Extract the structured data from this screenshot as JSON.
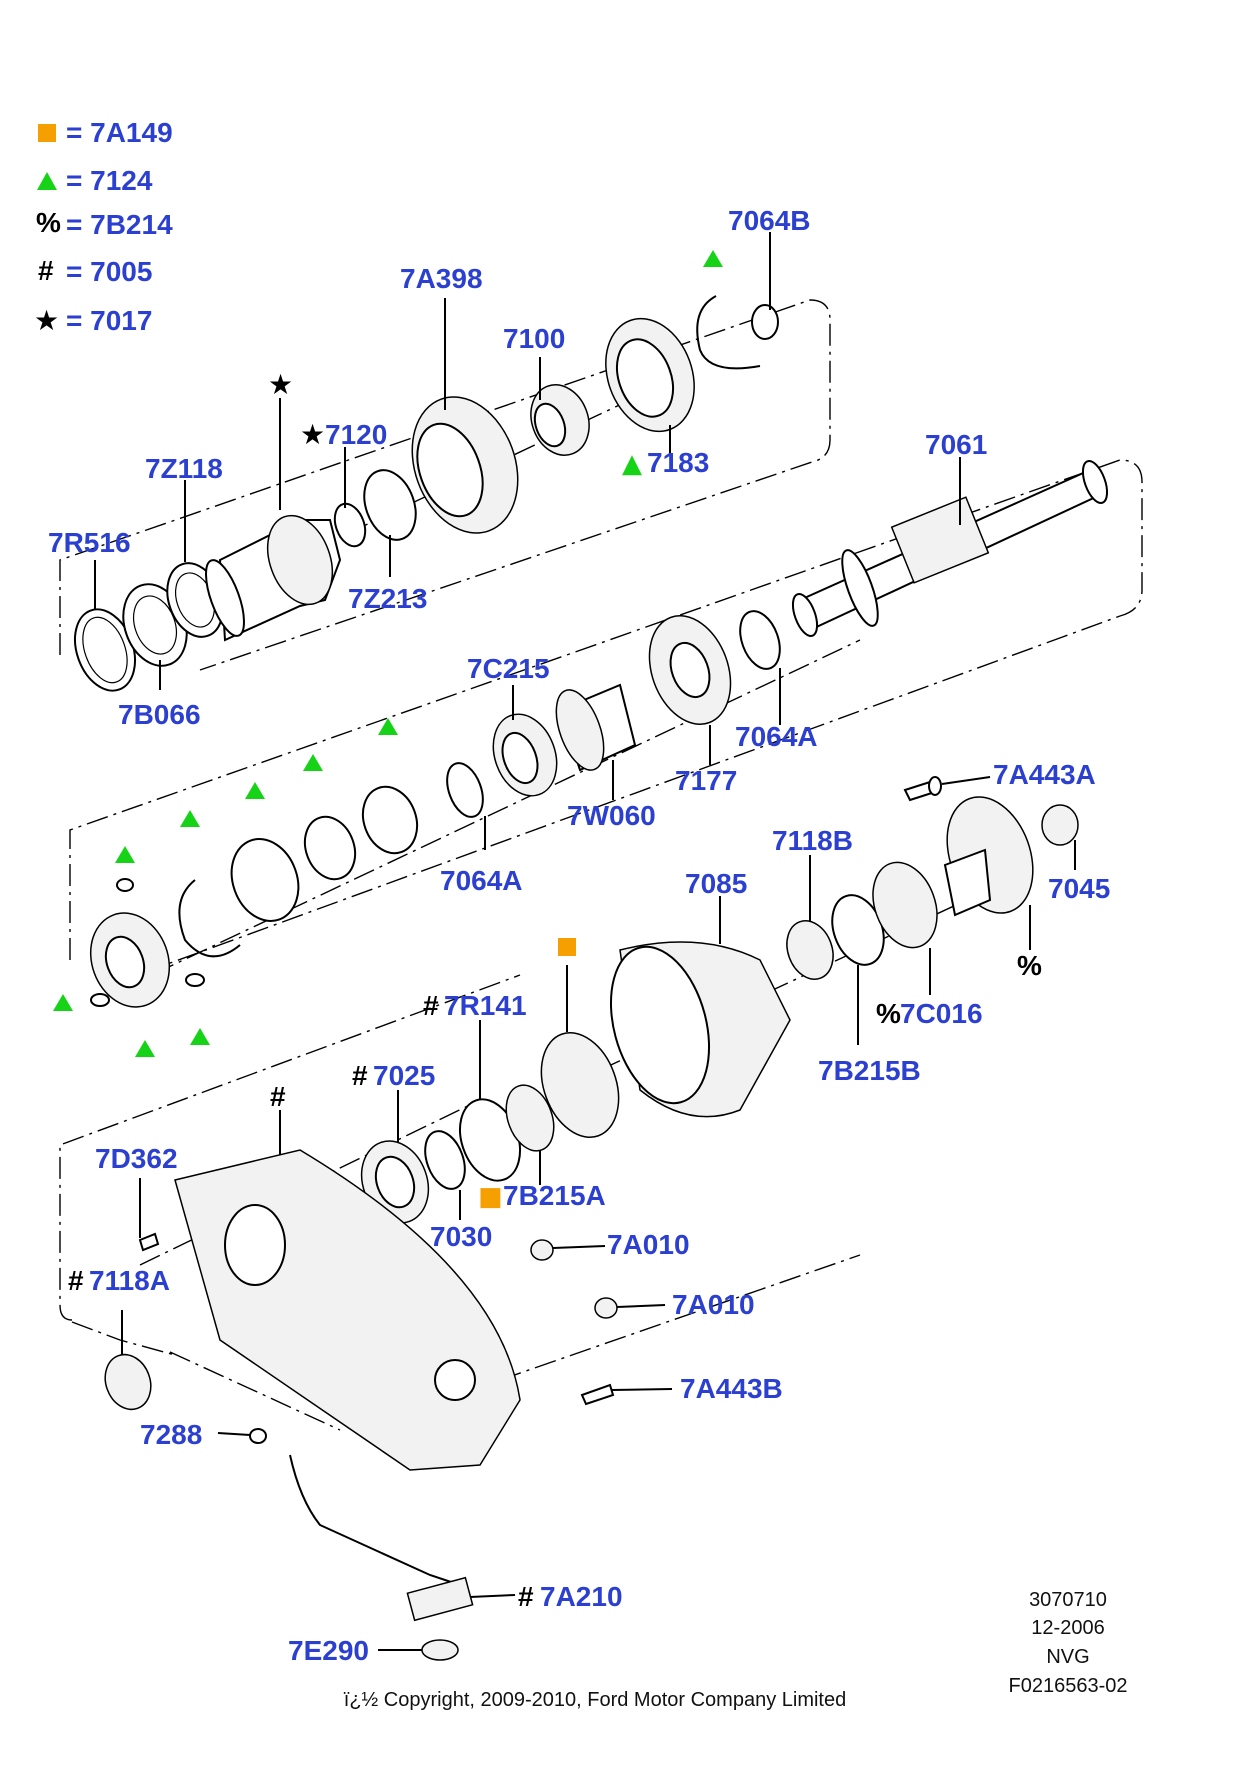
{
  "legend": [
    {
      "symbol": "square",
      "color": "#f5a000",
      "text": "= 7A149"
    },
    {
      "symbol": "triangle",
      "color": "#17d317",
      "text": "= 7124"
    },
    {
      "symbol": "%",
      "text": "= 7B214"
    },
    {
      "symbol": "#",
      "text": "= 7005"
    },
    {
      "symbol": "★",
      "text": "= 7017"
    }
  ],
  "markers": {
    "square_color": "#f5a000",
    "triangle_color": "#17d317",
    "label_color": "#2b3fd0"
  },
  "parts": {
    "p7064B": {
      "text": "7064B"
    },
    "p7A398": {
      "text": "7A398"
    },
    "p7100": {
      "text": "7100"
    },
    "p7120": {
      "prefix": "★",
      "text": "7120"
    },
    "p7183": {
      "prefix": "▲",
      "text": "7183"
    },
    "p7Z118": {
      "text": "7Z118"
    },
    "p7061": {
      "text": "7061"
    },
    "p7R516": {
      "text": "7R516"
    },
    "p7Z213": {
      "text": "7Z213"
    },
    "p7B066": {
      "text": "7B066"
    },
    "p7C215": {
      "text": "7C215"
    },
    "p7064A_1": {
      "text": "7064A"
    },
    "p7177": {
      "text": "7177"
    },
    "p7A443A": {
      "text": "7A443A"
    },
    "p7W060": {
      "text": "7W060"
    },
    "p7118B": {
      "text": "7118B"
    },
    "p7064A_2": {
      "text": "7064A"
    },
    "p7085": {
      "text": "7085"
    },
    "p7045": {
      "text": "7045"
    },
    "p7R141": {
      "prefix": "#",
      "text": "7R141"
    },
    "p7C016": {
      "prefix": "%",
      "text": "7C016"
    },
    "p7025": {
      "prefix": "#",
      "text": "7025"
    },
    "p7B215B": {
      "text": "7B215B"
    },
    "p7D362": {
      "text": "7D362"
    },
    "p7B215A": {
      "prefix": "■",
      "text": "7B215A"
    },
    "p7030": {
      "text": "7030"
    },
    "p7A010_1": {
      "text": "7A010"
    },
    "p7118A": {
      "prefix": "#",
      "text": "7118A"
    },
    "p7A010_2": {
      "text": "7A010"
    },
    "p7A443B": {
      "text": "7A443B"
    },
    "p7288": {
      "text": "7288"
    },
    "p7A210": {
      "prefix": "#",
      "text": "7A210"
    },
    "p7E290": {
      "text": "7E290"
    }
  },
  "symbols": {
    "star": "★",
    "hash": "#",
    "percent": "%"
  },
  "meta": [
    "3070710",
    "12-2006",
    "NVG",
    "F0216563-02"
  ],
  "copyright": "ï¿½ Copyright, 2009-2010, Ford Motor Company Limited"
}
